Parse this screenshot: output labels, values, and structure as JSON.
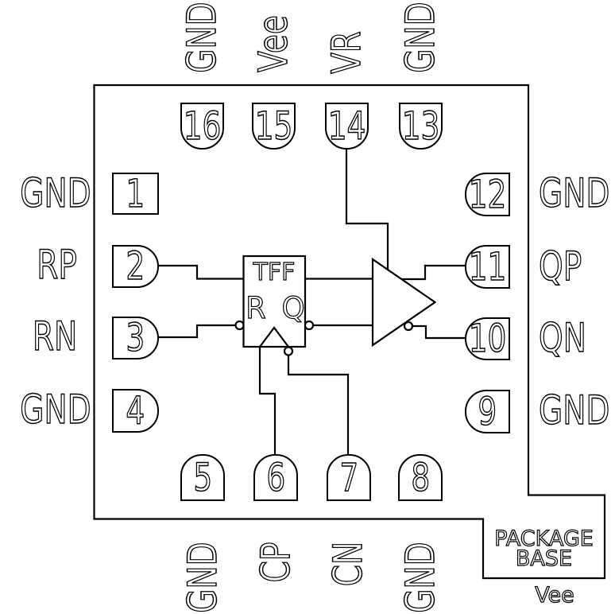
{
  "diagram": {
    "background": "#ffffff",
    "line_color": "#000000",
    "block": {
      "name": "TFF",
      "reset_port": "R",
      "output_port": "Q"
    },
    "package_base": {
      "line1": "PACKAGE",
      "line2": "BASE",
      "net": "Vee"
    },
    "pins": {
      "top": [
        {
          "num": "16",
          "label": "GND"
        },
        {
          "num": "15",
          "label": "Vee"
        },
        {
          "num": "14",
          "label": "VR"
        },
        {
          "num": "13",
          "label": "GND"
        }
      ],
      "left": [
        {
          "num": "1",
          "label": "GND"
        },
        {
          "num": "2",
          "label": "RP"
        },
        {
          "num": "3",
          "label": "RN"
        },
        {
          "num": "4",
          "label": "GND"
        }
      ],
      "right": [
        {
          "num": "12",
          "label": "GND"
        },
        {
          "num": "11",
          "label": "QP"
        },
        {
          "num": "10",
          "label": "QN"
        },
        {
          "num": "9",
          "label": "GND"
        }
      ],
      "bottom": [
        {
          "num": "5",
          "label": "GND"
        },
        {
          "num": "6",
          "label": "CP"
        },
        {
          "num": "7",
          "label": "CN"
        },
        {
          "num": "8",
          "label": "GND"
        }
      ]
    }
  }
}
